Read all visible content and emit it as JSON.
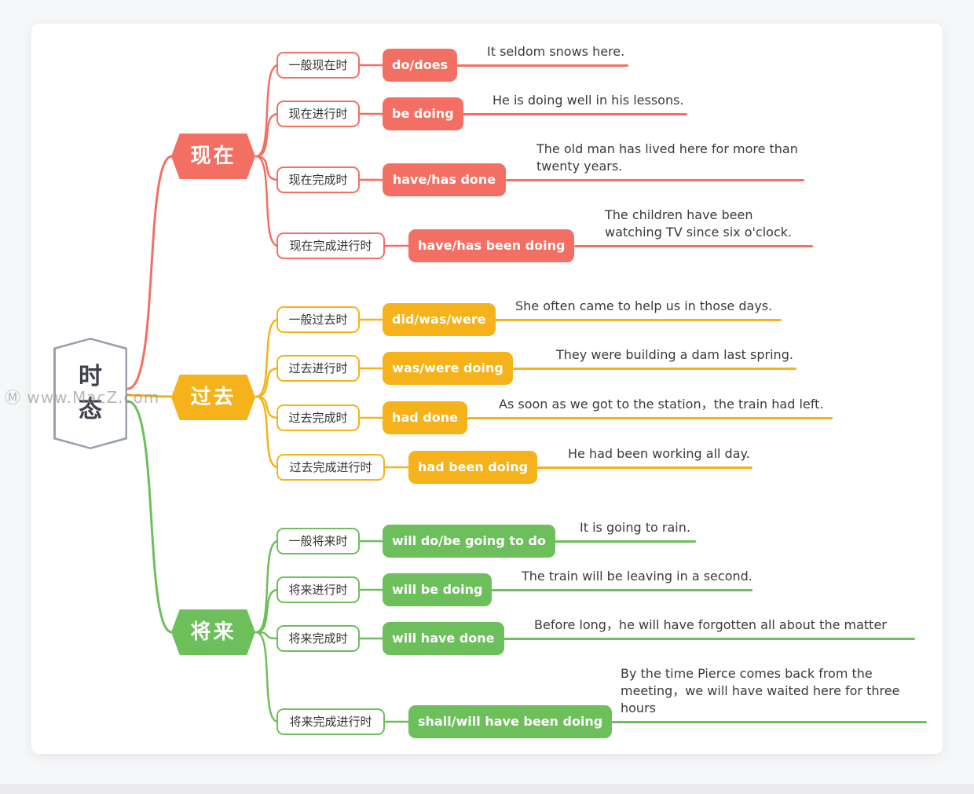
{
  "meta": {
    "watermark": "Ⓜ www.MacZ.com"
  },
  "palette": {
    "present_red": "#f46f63",
    "past_orange": "#f5b21b",
    "future_green": "#6dbf5b",
    "root_border_gray": "#99a0ae"
  },
  "root": {
    "label": "时态"
  },
  "branches": [
    {
      "label": "现在",
      "color": "#f46f63",
      "items": [
        {
          "label": "一般现在时",
          "form": "do/does",
          "example": "It seldom snows here."
        },
        {
          "label": "现在进行时",
          "form": "be doing",
          "example": "He is doing well in his lessons."
        },
        {
          "label": "现在完成时",
          "form": "have/has done",
          "example": "The old man has lived here for more than twenty years."
        },
        {
          "label": "现在完成进行时",
          "form": "have/has been doing",
          "example": "The children have been watching TV since six o'clock."
        }
      ]
    },
    {
      "label": "过去",
      "color": "#f5b21b",
      "items": [
        {
          "label": "一般过去时",
          "form": "did/was/were",
          "example": "She often came to help us in those days."
        },
        {
          "label": "过去进行时",
          "form": "was/were doing",
          "example": "They were building a dam last spring."
        },
        {
          "label": "过去完成时",
          "form": "had done",
          "example": "As soon as we got to the station，the train had left."
        },
        {
          "label": "过去完成进行时",
          "form": "had been doing",
          "example": "He had been working all day."
        }
      ]
    },
    {
      "label": "将来",
      "color": "#6dbf5b",
      "items": [
        {
          "label": "一般将来时",
          "form": "will do/be going to do",
          "example": "It is going to rain."
        },
        {
          "label": "将来进行时",
          "form": "will be doing",
          "example": "The train will be leaving in a second."
        },
        {
          "label": "将来完成时",
          "form": "will have done",
          "example": "Before long，he will have forgotten all about the matter"
        },
        {
          "label": "将来完成进行时",
          "form": "shall/will have been doing",
          "example": "By the time Pierce comes back from the meeting，we will have waited here for three hours"
        }
      ]
    }
  ]
}
